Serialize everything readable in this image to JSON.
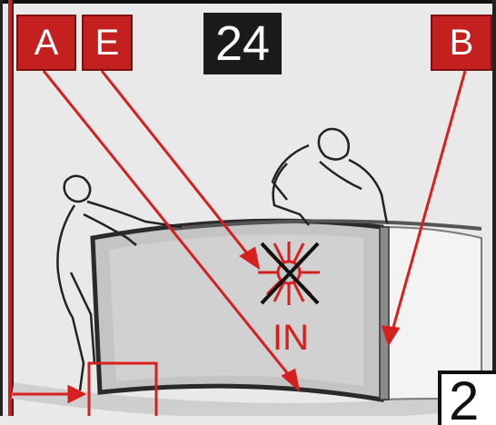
{
  "labels": {
    "a": "A",
    "e": "E",
    "b": "B"
  },
  "step_number": "24",
  "in_text": "IN",
  "next_step_partial": "2",
  "colors": {
    "accent_red": "#c42020",
    "frame_dark": "#1b1b1b",
    "panel_gray": "#bdbdbd"
  },
  "icons": {
    "forbidden_symbol": "crossed-out-star-icon"
  }
}
